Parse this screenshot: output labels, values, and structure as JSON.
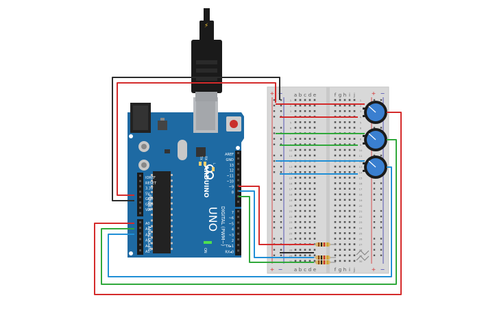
{
  "board": {
    "name_lines": [
      "ARDUINO",
      "UNO"
    ],
    "digital_label": "DIGITAL (PWM~)",
    "power_label": "POWER",
    "analog_label": "ANALOG IN",
    "on_label": "ON",
    "l_label": "L",
    "tx_label": "TX",
    "rx_label": "RX",
    "power_pins": [
      "IOREF",
      "RESET",
      "3.3V",
      "5V",
      "GND",
      "GND",
      "Vin"
    ],
    "analog_pins": [
      "A0",
      "A1",
      "A2",
      "A3",
      "A4",
      "A5"
    ],
    "digital_pins_upper": [
      "AREF",
      "GND",
      "13",
      "12",
      "~11",
      "~10",
      "~9",
      "8"
    ],
    "digital_pins_lower": [
      "7",
      "~6",
      "~5",
      "4",
      "~3",
      "2",
      "TX▸1",
      "RX◂0"
    ]
  },
  "usb": {
    "symbol": "⚡"
  },
  "breadboard": {
    "plus": "+",
    "minus": "−",
    "cols_left": [
      "a",
      "b",
      "c",
      "d",
      "e"
    ],
    "cols_right": [
      "f",
      "g",
      "h",
      "i",
      "j"
    ],
    "rows": 30
  },
  "potentiometers": 3,
  "resistors": 3,
  "colors": {
    "red_wire": "#d42a2a",
    "black_wire": "#2b2b2b",
    "green_wire": "#2fa83a",
    "blue_wire": "#1f8fd6",
    "board_blue": "#1e6aa3",
    "pot_blue": "#3a7fd0"
  }
}
